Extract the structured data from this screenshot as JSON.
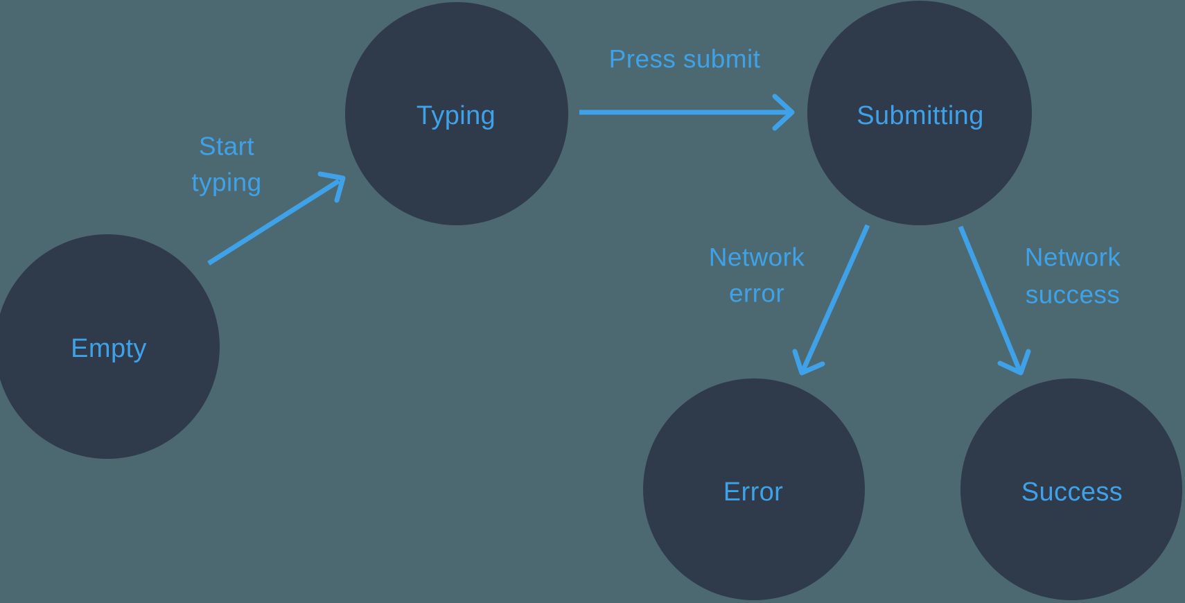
{
  "diagram": {
    "type": "state-machine",
    "colors": {
      "background": "#4C6971",
      "node": "#2F3A4A",
      "accent": "#3FA2E8"
    },
    "nodes": [
      {
        "id": "empty",
        "label": "Empty"
      },
      {
        "id": "typing",
        "label": "Typing"
      },
      {
        "id": "submitting",
        "label": "Submitting"
      },
      {
        "id": "error",
        "label": "Error"
      },
      {
        "id": "success",
        "label": "Success"
      }
    ],
    "edges": [
      {
        "id": "start-typing",
        "from": "empty",
        "to": "typing",
        "label_lines": [
          "Start",
          "typing"
        ]
      },
      {
        "id": "press-submit",
        "from": "typing",
        "to": "submitting",
        "label_lines": [
          "Press submit"
        ]
      },
      {
        "id": "network-error",
        "from": "submitting",
        "to": "error",
        "label_lines": [
          "Network",
          "error"
        ]
      },
      {
        "id": "network-success",
        "from": "submitting",
        "to": "success",
        "label_lines": [
          "Network",
          "success"
        ]
      }
    ]
  }
}
